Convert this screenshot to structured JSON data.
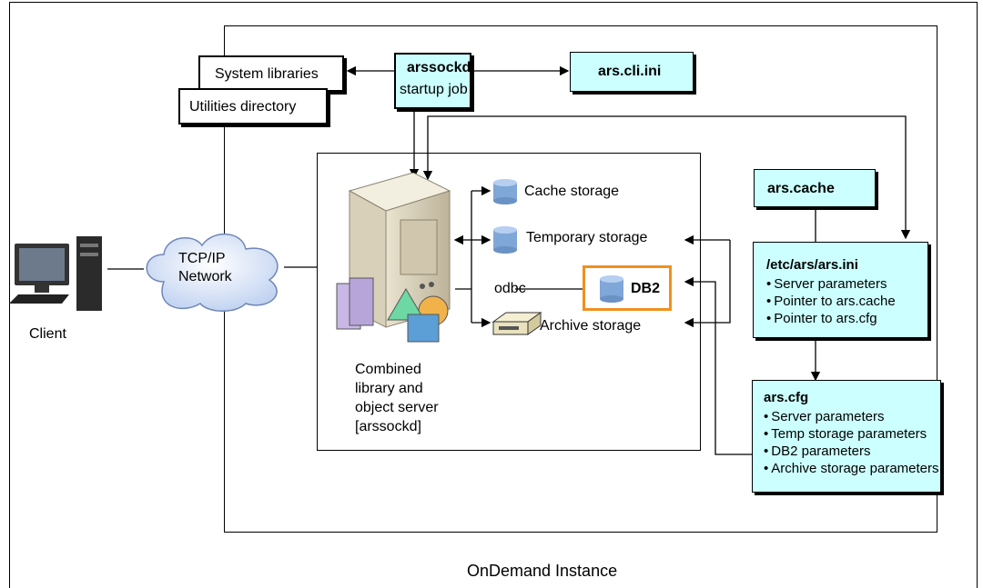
{
  "instance_label": "OnDemand Instance",
  "system_libraries": "System libraries",
  "utilities_directory": "Utilities directory",
  "startup": {
    "name": "arssockd",
    "sub": "startup job"
  },
  "cli_ini": "ars.cli.ini",
  "ars_cache": "ars.cache",
  "ars_ini": {
    "title": "/etc/ars/ars.ini",
    "items": [
      "Server parameters",
      "Pointer to ars.cache",
      "Pointer to ars.cfg"
    ]
  },
  "ars_cfg": {
    "title": "ars.cfg",
    "items": [
      "Server parameters",
      "Temp storage parameters",
      "DB2 parameters",
      "Archive storage parameters"
    ]
  },
  "storage": {
    "cache": "Cache storage",
    "temporary": "Temporary storage",
    "archive": "Archive storage",
    "odbc": "odbc",
    "db2": "DB2"
  },
  "server_label": [
    "Combined",
    "library and",
    "object server",
    "[arssockd]"
  ],
  "network_label": [
    "TCP/IP",
    "Network"
  ],
  "client_label": "Client",
  "colors": {
    "cyan": "#ccffff",
    "db2_border": "#f0901e",
    "cylinder": "#7fa7d8"
  }
}
